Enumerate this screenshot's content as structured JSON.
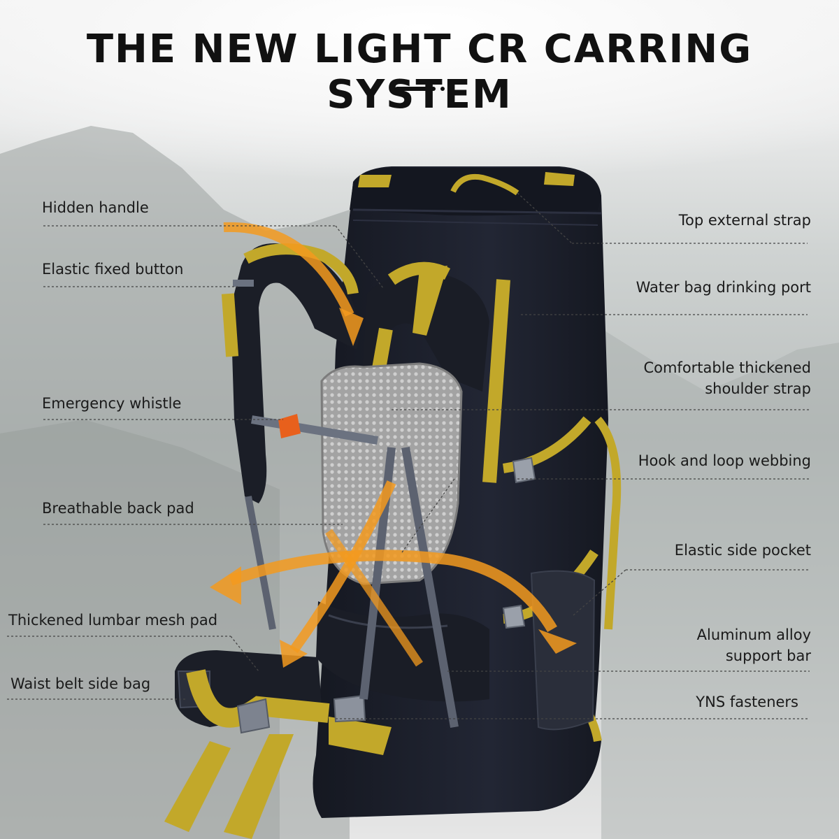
{
  "title": "THE NEW LIGHT CR CARRING SYSTEM",
  "colors": {
    "pack_body": "#1c1f2a",
    "strap_yellow": "#c2a82a",
    "mesh_grey": "#9a9a9a",
    "arrow_orange": "#f39a1e",
    "buckle_orange": "#e8601c",
    "text": "#1a1a1a"
  },
  "labels_left": [
    {
      "id": "hidden-handle",
      "text": "Hidden handle"
    },
    {
      "id": "elastic-fixed-button",
      "text": "Elastic fixed button"
    },
    {
      "id": "emergency-whistle",
      "text": "Emergency whistle"
    },
    {
      "id": "breathable-back-pad",
      "text": "Breathable back pad"
    },
    {
      "id": "thickened-lumbar-mesh-pad",
      "text": "Thickened lumbar mesh pad"
    },
    {
      "id": "waist-belt-side-bag",
      "text": "Waist belt side bag"
    }
  ],
  "labels_right": [
    {
      "id": "top-external-strap",
      "text": "Top external strap"
    },
    {
      "id": "water-bag-drinking-port",
      "text": "Water bag drinking port"
    },
    {
      "id": "comfortable-thickened-shoulder-strap",
      "line1": "Comfortable thickened",
      "line2": "shoulder strap"
    },
    {
      "id": "hook-and-loop-webbing",
      "text": "Hook and loop webbing"
    },
    {
      "id": "elastic-side-pocket",
      "text": "Elastic side pocket"
    },
    {
      "id": "aluminum-alloy-support-bar",
      "line1": "Aluminum alloy",
      "line2": "support bar"
    },
    {
      "id": "yns-fasteners",
      "text": "YNS fasteners"
    }
  ]
}
